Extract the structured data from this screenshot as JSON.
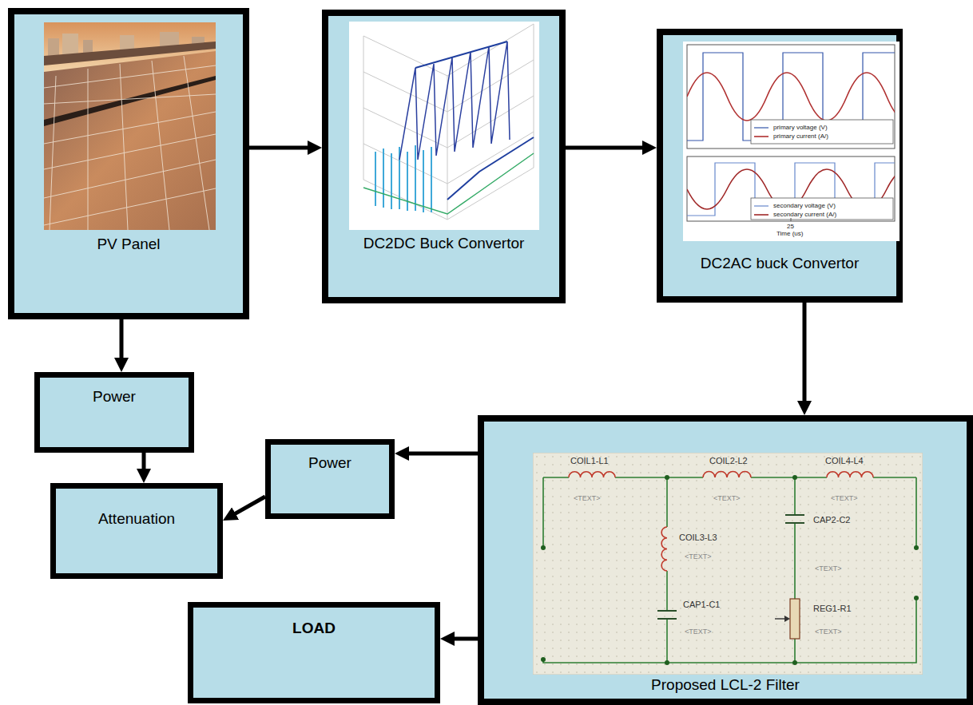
{
  "diagram": {
    "nodes": [
      {
        "text": [
          "PV Panel"
        ]
      },
      {
        "text": [
          "DC2DC Buck Convertor"
        ]
      },
      {
        "text": [
          "DC2AC buck Convertor"
        ]
      },
      {
        "text": [
          "Power"
        ]
      },
      {
        "text": [
          "Power"
        ]
      },
      {
        "text": [
          "Attenuation"
        ]
      },
      {
        "text": [
          "Proposed LCL-2 Filter"
        ]
      },
      {
        "text": [
          "LOAD"
        ]
      }
    ],
    "edges": [
      {
        "from": 0,
        "to": 1,
        "arrow": "to"
      },
      {
        "from": 1,
        "to": 2,
        "arrow": "to"
      },
      {
        "from": 2,
        "to": 6,
        "arrow": "to"
      },
      {
        "from": 0,
        "to": 3,
        "arrow": "to"
      },
      {
        "from": 3,
        "to": 5,
        "arrow": "to"
      },
      {
        "from": 6,
        "to": 4,
        "arrow": "to"
      },
      {
        "from": 4,
        "to": 5,
        "arrow": "to"
      },
      {
        "from": 6,
        "to": 7,
        "arrow": "to"
      }
    ],
    "labels": [
      "primary voltage (V)",
      "primary current (A/)",
      "secondary voltage (V)",
      "secondary current (A/)",
      "25",
      "Time (us)",
      "COIL1-L1",
      "<TEXT>",
      "COIL2-L2",
      "<TEXT>",
      "COIL4-L4",
      "<TEXT>",
      "COIL3-L3",
      "<TEXT>",
      "CAP2-C2",
      "<TEXT>",
      "CAP1-C1",
      "<TEXT>",
      "REG1-R1",
      "<TEXT>"
    ]
  }
}
